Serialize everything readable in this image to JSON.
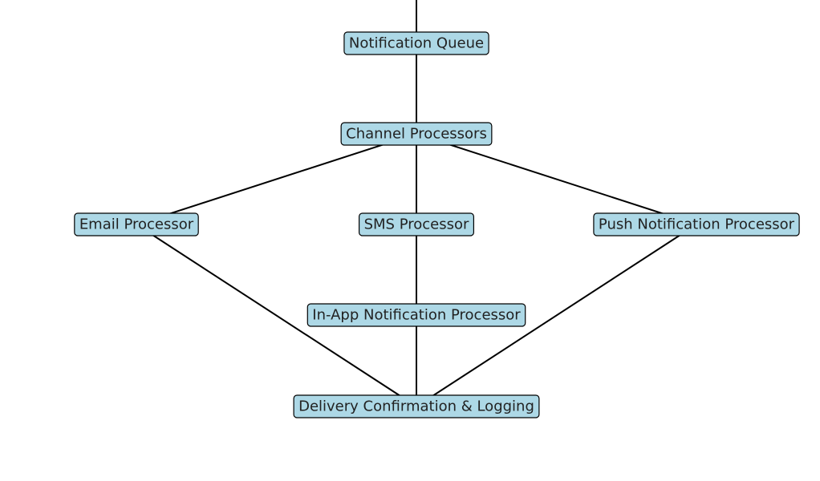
{
  "diagram": {
    "colors": {
      "node_fill": "#add8e6",
      "node_border": "#000000",
      "edge": "#000000",
      "label": "#222222"
    },
    "nodes": {
      "queue": "Notification Queue",
      "channel": "Channel Processors",
      "email": "Email Processor",
      "sms": "SMS Processor",
      "push": "Push Notification Processor",
      "inapp": "In-App Notification Processor",
      "delivery": "Delivery Confirmation & Logging"
    },
    "edges": [
      {
        "from": "source",
        "to": "queue"
      },
      {
        "from": "queue",
        "to": "channel"
      },
      {
        "from": "channel",
        "to": "email"
      },
      {
        "from": "channel",
        "to": "sms"
      },
      {
        "from": "channel",
        "to": "push"
      },
      {
        "from": "channel",
        "to": "inapp"
      },
      {
        "from": "email",
        "to": "delivery"
      },
      {
        "from": "sms",
        "to": "delivery"
      },
      {
        "from": "push",
        "to": "delivery"
      },
      {
        "from": "inapp",
        "to": "delivery"
      }
    ]
  }
}
